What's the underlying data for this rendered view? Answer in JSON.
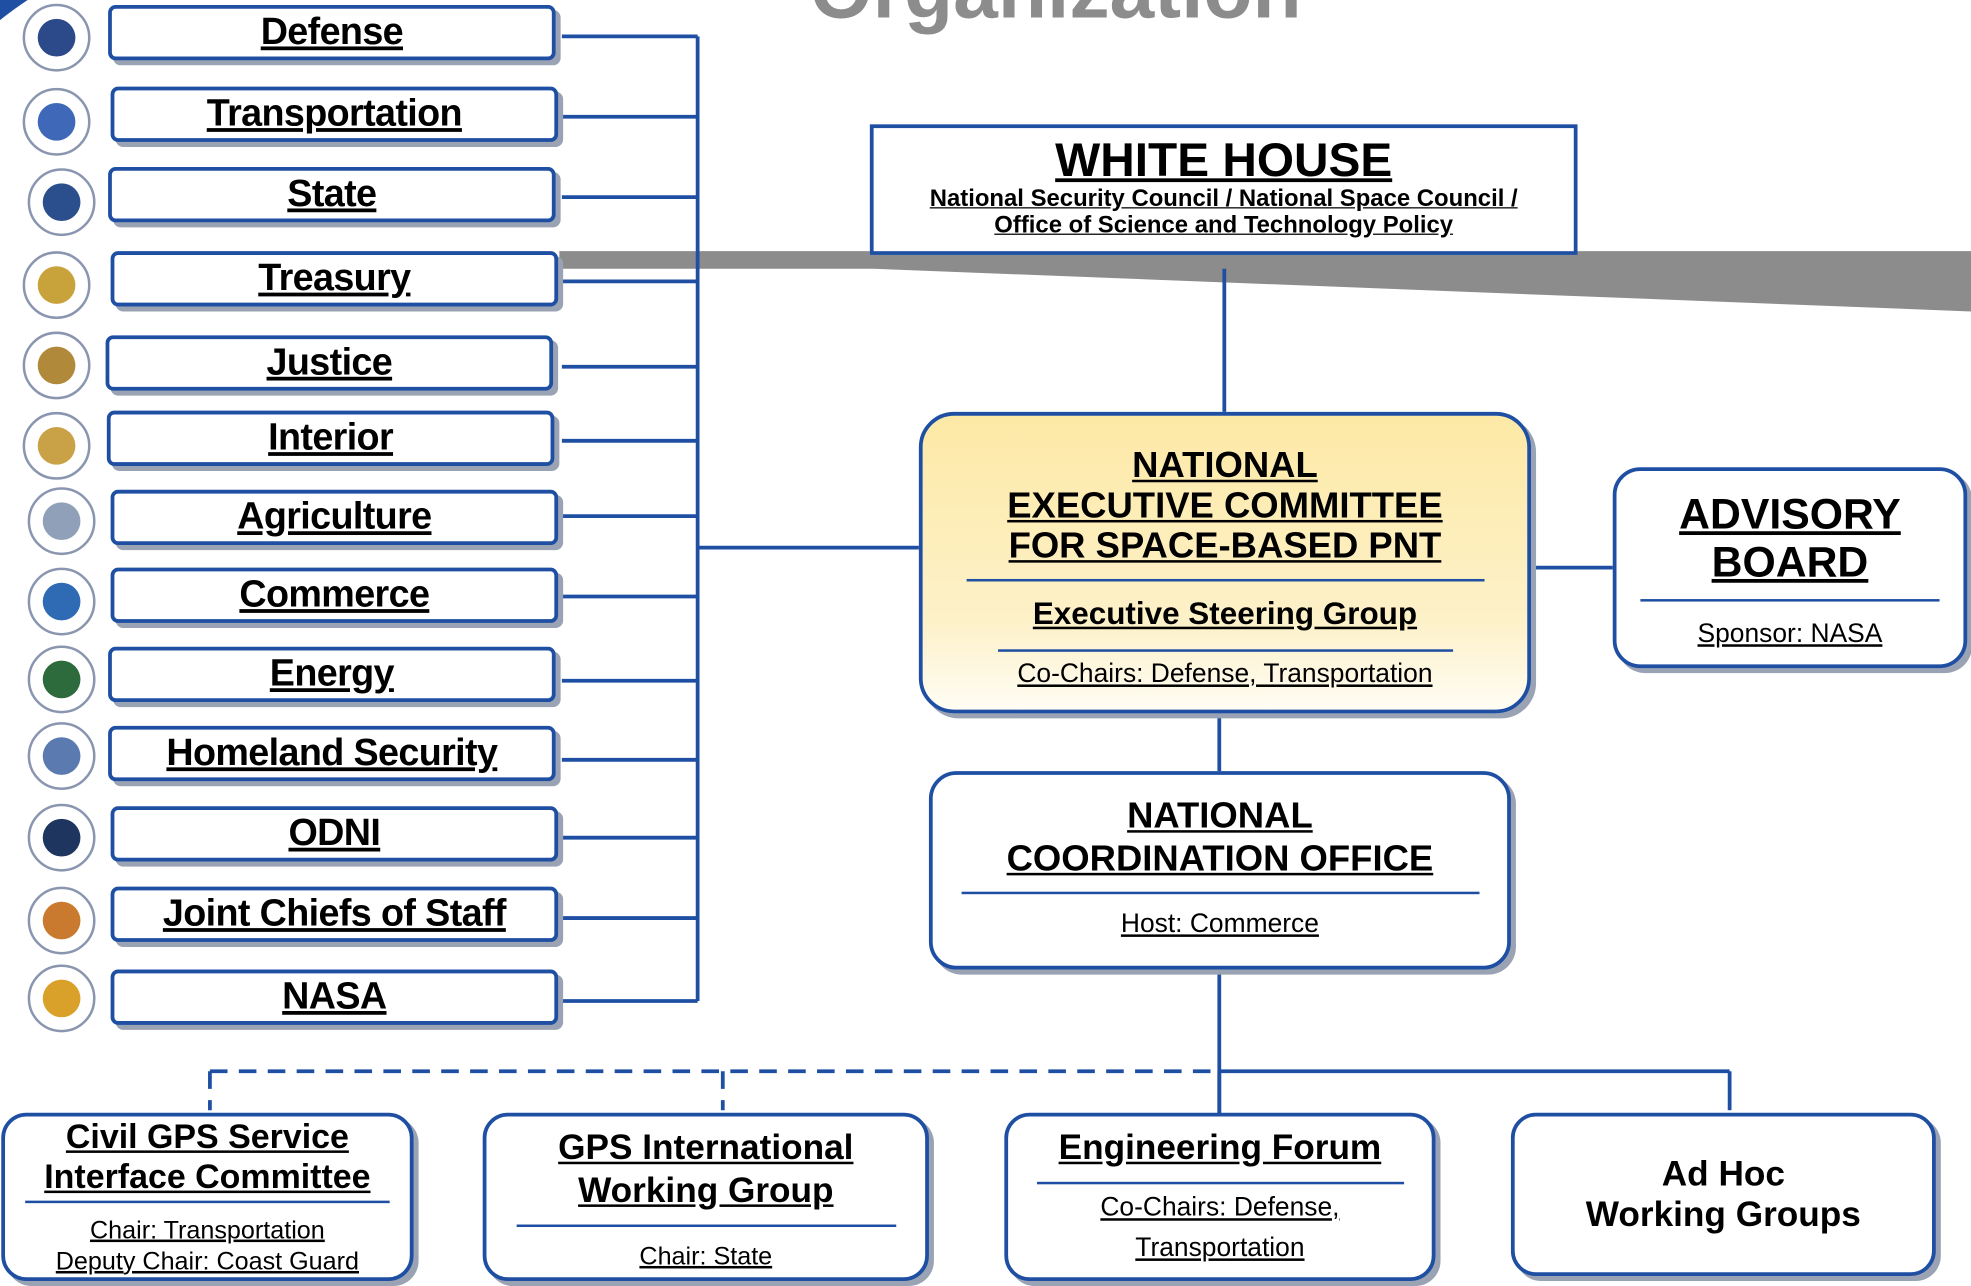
{
  "page_title": "Organization",
  "colors": {
    "line": "#1f4fa3",
    "box_shadow": "#9aa3b3",
    "committee_fill_top": "#fde9a6",
    "committee_fill_bottom": "#fffdf4",
    "banner_gray": "#8c8c8c"
  },
  "departments": [
    {
      "label": "Defense",
      "seal": "defense-seal-icon",
      "seal_color": "#2c4a8a"
    },
    {
      "label": "Transportation",
      "seal": "transportation-seal-icon",
      "seal_color": "#3f69b8"
    },
    {
      "label": "State",
      "seal": "state-seal-icon",
      "seal_color": "#2b4f8c"
    },
    {
      "label": "Treasury",
      "seal": "treasury-seal-icon",
      "seal_color": "#c8a23b"
    },
    {
      "label": "Justice",
      "seal": "justice-seal-icon",
      "seal_color": "#b08a3a"
    },
    {
      "label": "Interior",
      "seal": "interior-seal-icon",
      "seal_color": "#c9a247"
    },
    {
      "label": "Agriculture",
      "seal": "agriculture-seal-icon",
      "seal_color": "#8fa0b8"
    },
    {
      "label": "Commerce",
      "seal": "commerce-seal-icon",
      "seal_color": "#2f6bb5"
    },
    {
      "label": "Energy",
      "seal": "energy-seal-icon",
      "seal_color": "#2e6b3c"
    },
    {
      "label": "Homeland Security",
      "seal": "homeland-security-seal-icon",
      "seal_color": "#5a7ab0"
    },
    {
      "label": "ODNI",
      "seal": "odni-seal-icon",
      "seal_color": "#1e3560"
    },
    {
      "label": "Joint Chiefs of Staff",
      "seal": "joint-chiefs-seal-icon",
      "seal_color": "#c97a2e"
    },
    {
      "label": "NASA",
      "seal": "nasa-seal-icon",
      "seal_color": "#d9a02a"
    }
  ],
  "white_house": {
    "title": "WHITE HOUSE",
    "subtitle_line1": "National Security Council / National Space Council /",
    "subtitle_line2": "Office of Science and Technology Policy"
  },
  "executive_committee": {
    "line1": "NATIONAL",
    "line2": "EXECUTIVE COMMITTEE",
    "line3": "FOR SPACE-BASED PNT",
    "steering": "Executive Steering Group",
    "chairs": "Co-Chairs: Defense, Transportation"
  },
  "advisory_board": {
    "line1": "ADVISORY",
    "line2": "BOARD",
    "sponsor": "Sponsor: NASA"
  },
  "coordination_office": {
    "line1": "NATIONAL",
    "line2": "COORDINATION OFFICE",
    "host": "Host: Commerce"
  },
  "working_groups": [
    {
      "line1": "Civil GPS Service",
      "line2": "Interface Committee",
      "detail1": "Chair: Transportation",
      "detail2": "Deputy Chair: Coast Guard"
    },
    {
      "line1": "GPS International",
      "line2": "Working Group",
      "detail1": "Chair: State"
    },
    {
      "line1": "Engineering Forum",
      "detail1": "Co-Chairs: Defense,",
      "detail2": "Transportation"
    },
    {
      "line1": "Ad Hoc",
      "line2": "Working Groups"
    }
  ]
}
